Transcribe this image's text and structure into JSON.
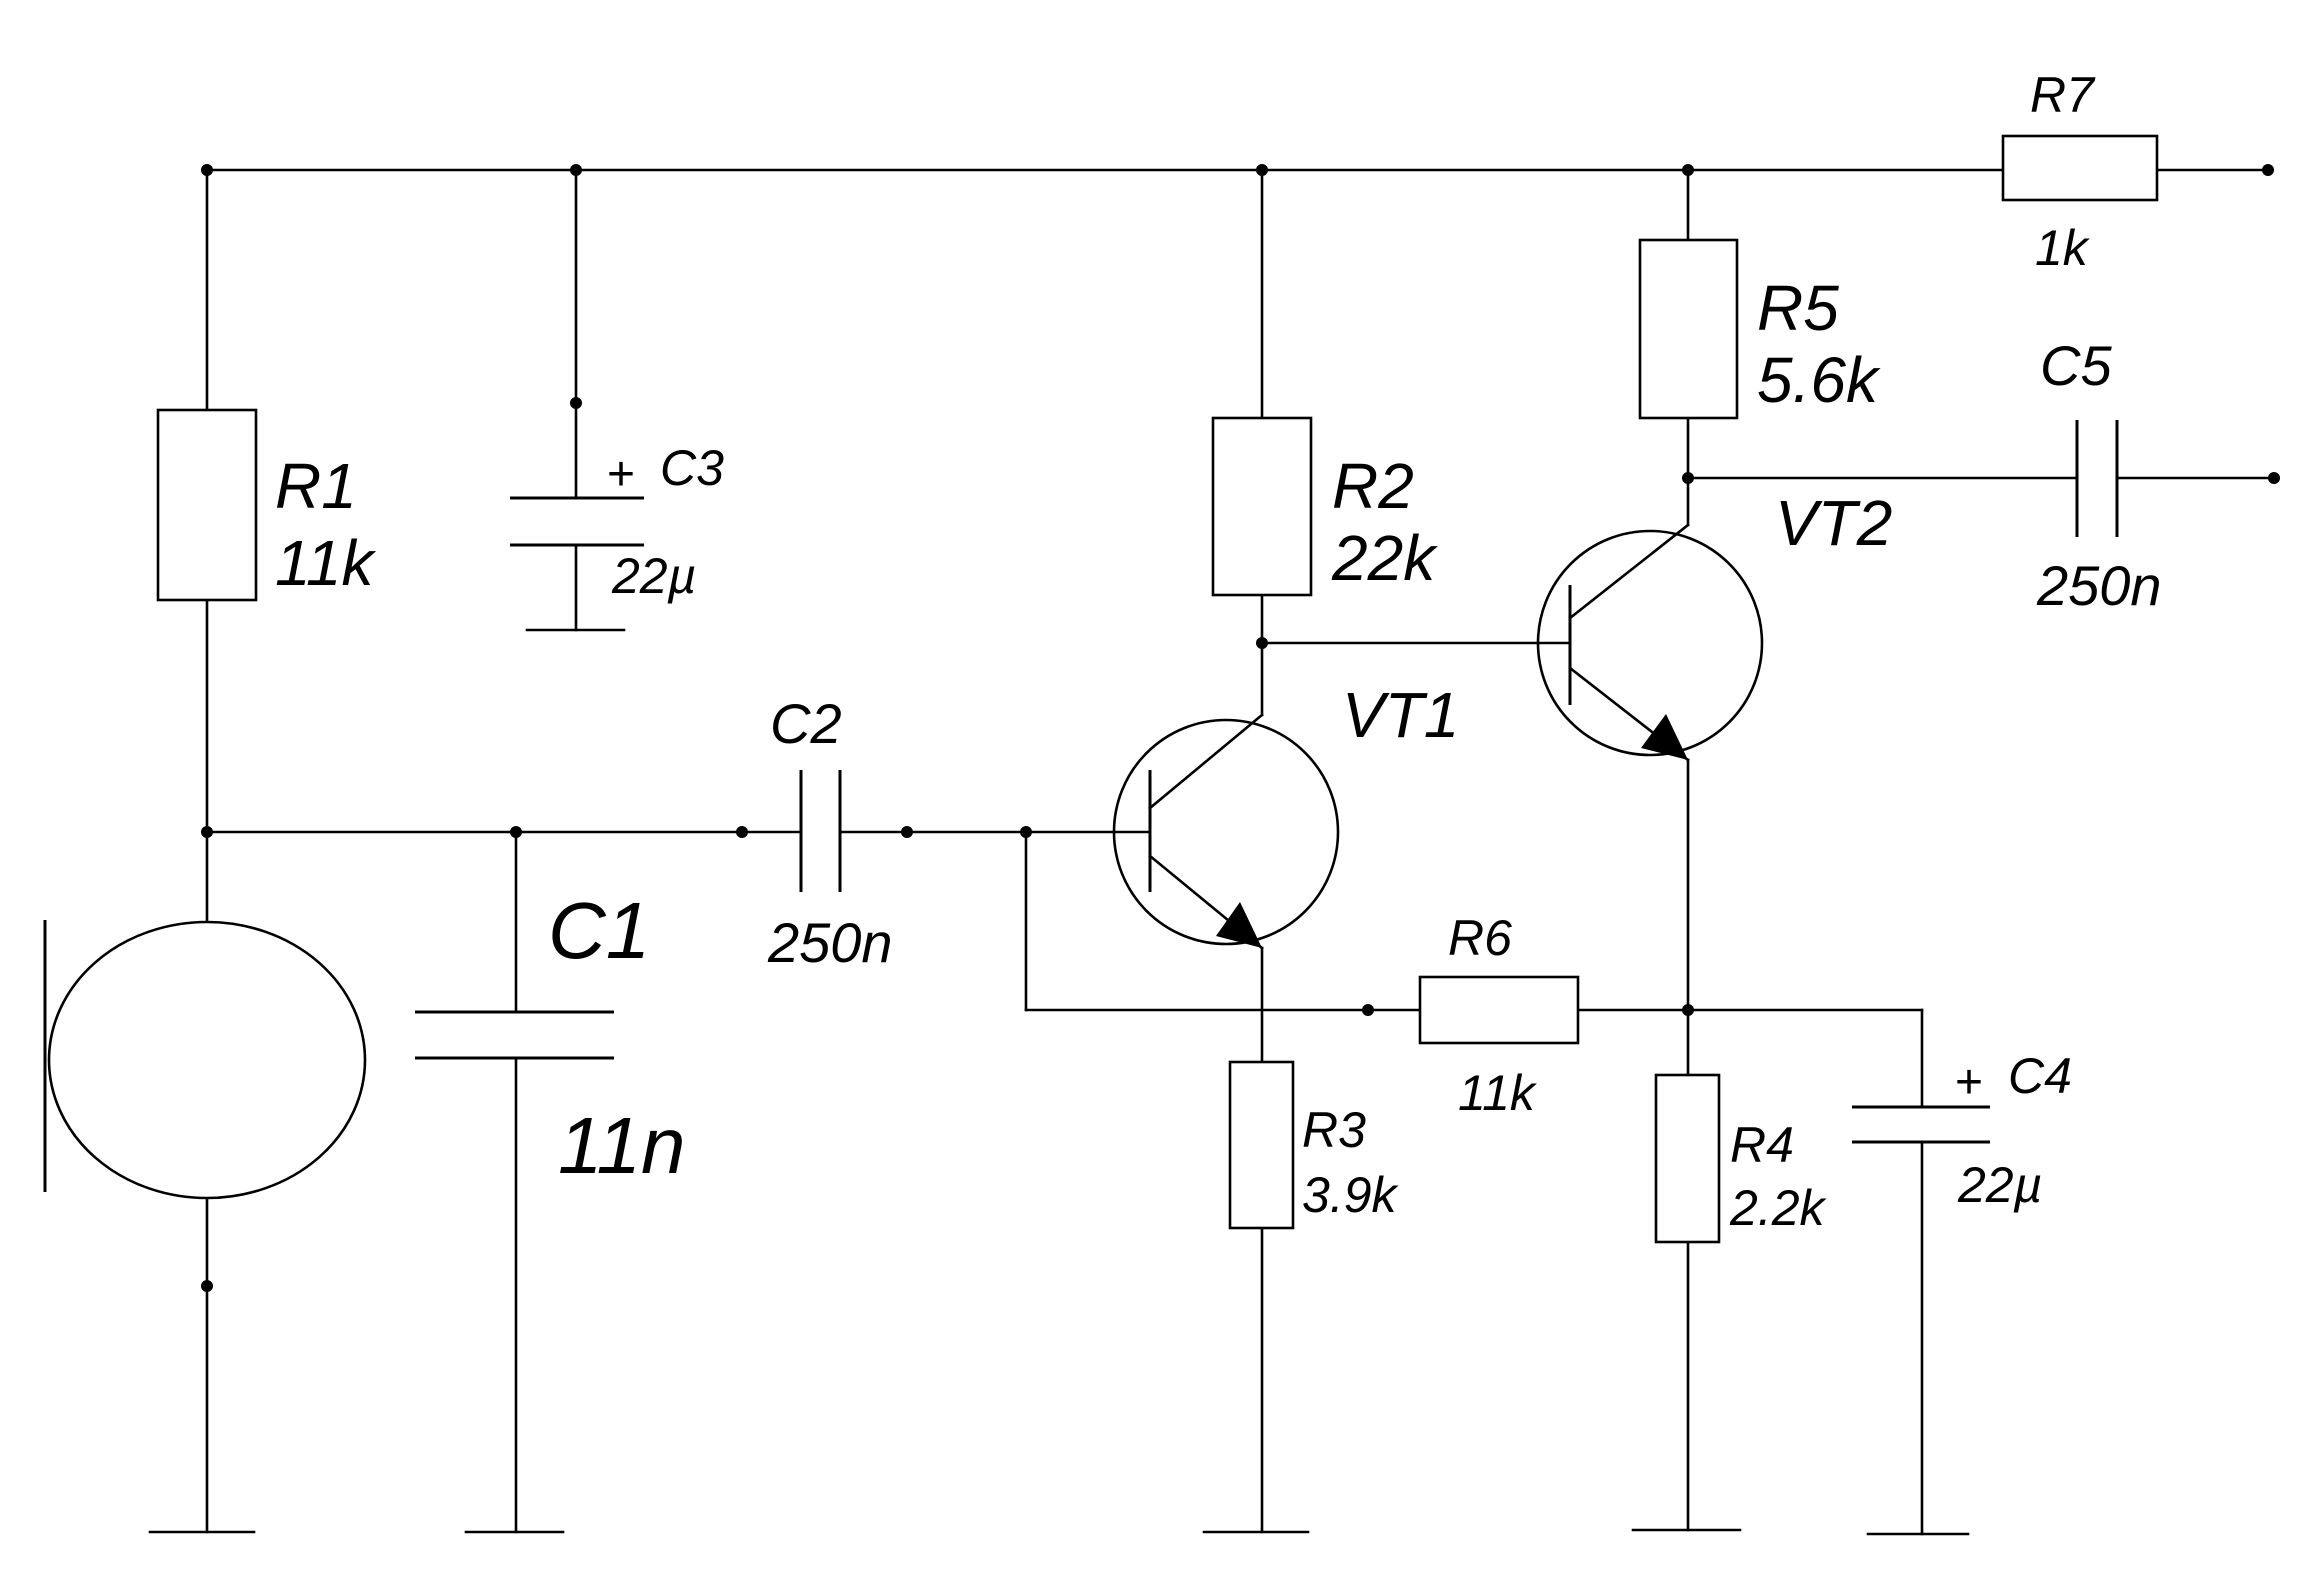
{
  "components": {
    "R1": {
      "name": "R1",
      "value": "11k"
    },
    "R2": {
      "name": "R2",
      "value": "22k"
    },
    "R3": {
      "name": "R3",
      "value": "3.9k"
    },
    "R4": {
      "name": "R4",
      "value": "2.2k"
    },
    "R5": {
      "name": "R5",
      "value": "5.6k"
    },
    "R6": {
      "name": "R6",
      "value": "11k"
    },
    "R7": {
      "name": "R7",
      "value": "1k"
    },
    "C1": {
      "name": "C1",
      "value": "11n"
    },
    "C2": {
      "name": "C2",
      "value": "250n"
    },
    "C3": {
      "name": "C3",
      "value": "22µ",
      "polarity": "+"
    },
    "C4": {
      "name": "C4",
      "value": "22µ",
      "polarity": "+"
    },
    "C5": {
      "name": "C5",
      "value": "250n"
    },
    "VT1": {
      "name": "VT1"
    },
    "VT2": {
      "name": "VT2"
    }
  }
}
